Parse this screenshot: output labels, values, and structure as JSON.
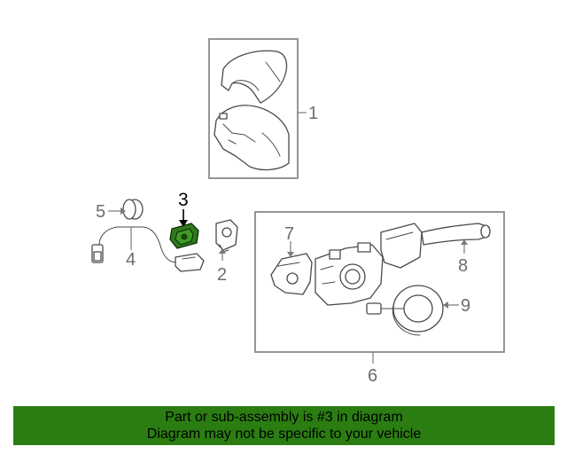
{
  "colors": {
    "banner_bg": "#2b7d12",
    "highlight_part": "#2f7a1c",
    "line_art": "#4a4a4a",
    "callout_text": "#6d6d6d",
    "frame": "#8a8a8a"
  },
  "callouts": {
    "c1": "1",
    "c2": "2",
    "c3": "3",
    "c4": "4",
    "c5": "5",
    "c6": "6",
    "c7": "7",
    "c8": "8",
    "c9": "9"
  },
  "highlighted_callout": "3",
  "banner": {
    "line1": "Part or sub-assembly is #3 in diagram",
    "line2": "Diagram may not be specific to your vehicle"
  }
}
